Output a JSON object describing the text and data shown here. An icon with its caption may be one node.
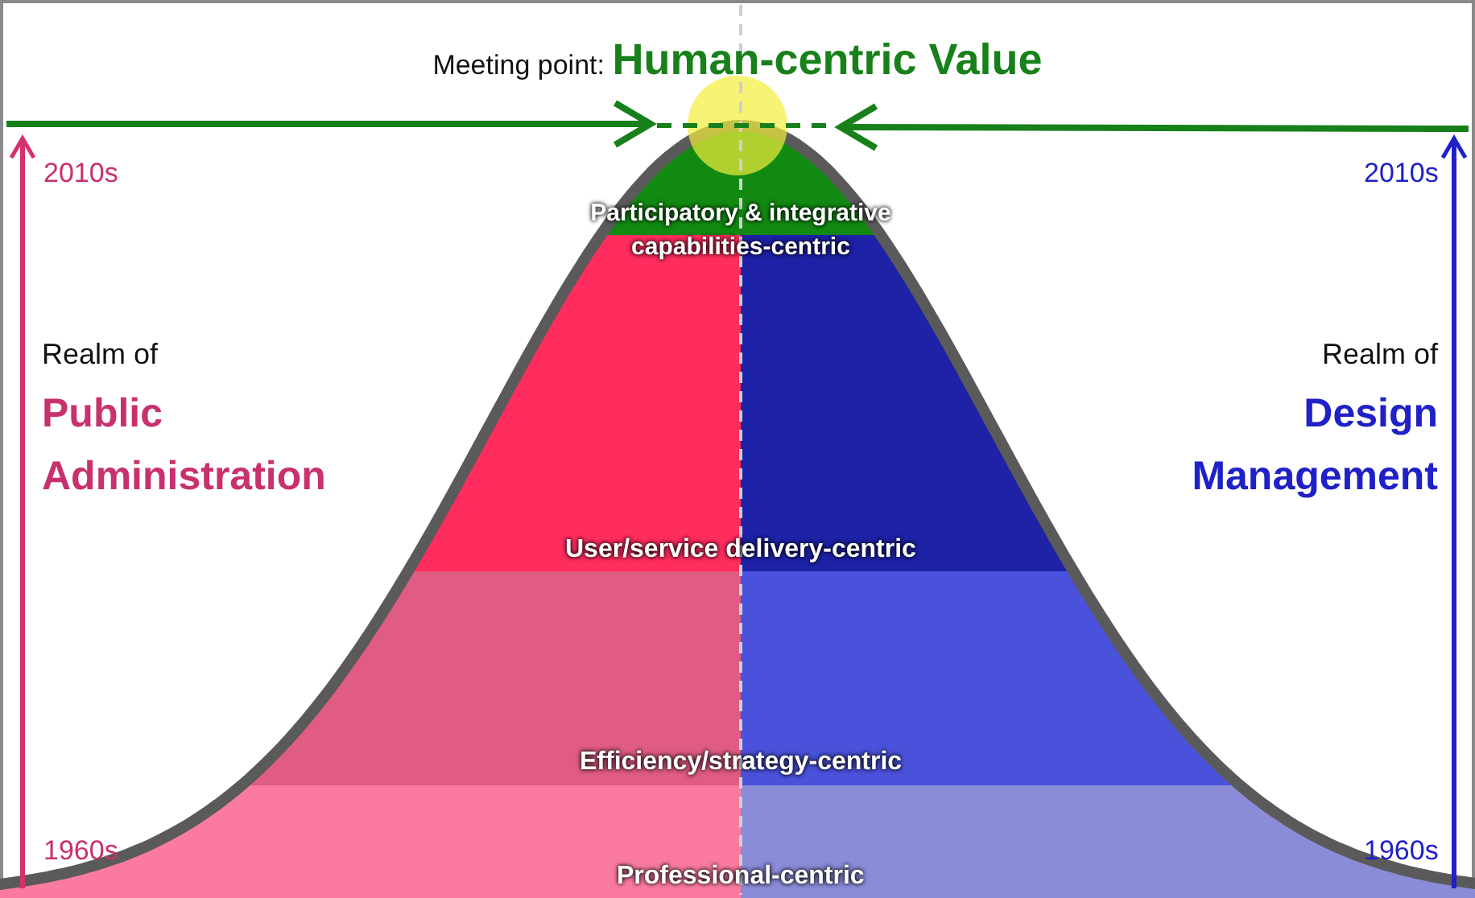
{
  "diagram": {
    "title": "Meeting point: **Human-centric Value**",
    "labels": [
      "2010s",
      "2010s",
      "Participatory & integrative capabilities-centric",
      "Realm of",
      "Public Administration",
      "Realm of",
      "Design Management",
      "User/service delivery-centric",
      "Efficiency/strategy-centric",
      "1960s",
      "1960s",
      "Professional-centric"
    ]
  }
}
